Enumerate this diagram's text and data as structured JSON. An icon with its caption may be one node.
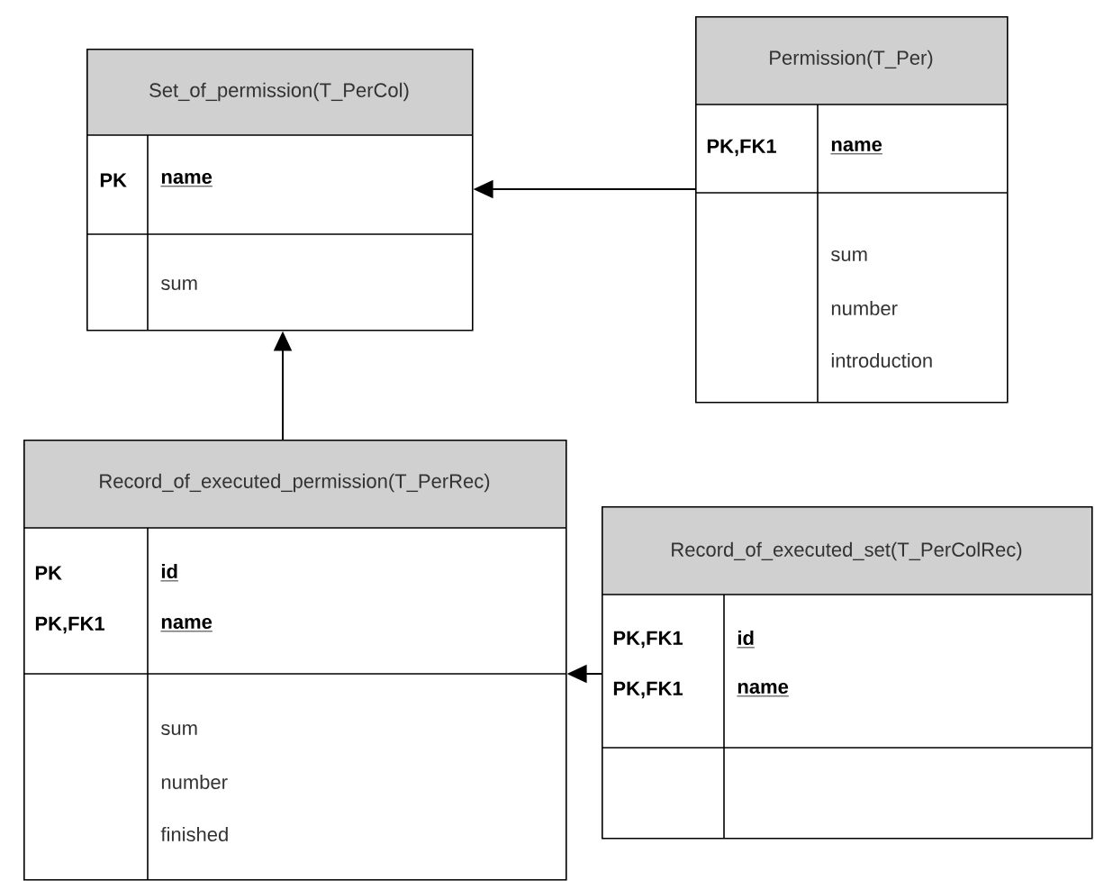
{
  "diagram": {
    "nodes": [
      {
        "text": [
          "Set_of_permission(T_PerCol)",
          "PK",
          "name",
          "sum"
        ]
      },
      {
        "text": [
          "Permission(T_Per)",
          "PK,FK1",
          "name",
          "sum",
          "number",
          "introduction"
        ]
      },
      {
        "text": [
          "Record_of_executed_permission(T_PerRec)",
          "PK",
          "PK,FK1",
          "id",
          "name",
          "sum",
          "number",
          "finished"
        ]
      },
      {
        "text": [
          "Record_of_executed_set(T_PerColRec)",
          "PK,FK1",
          "PK,FK1",
          "id",
          "name"
        ]
      }
    ],
    "edges": [
      {
        "from": 1,
        "to": 0,
        "arrow": "to"
      },
      {
        "from": 2,
        "to": 0,
        "arrow": "to"
      },
      {
        "from": 3,
        "to": 2,
        "arrow": "to"
      }
    ]
  }
}
